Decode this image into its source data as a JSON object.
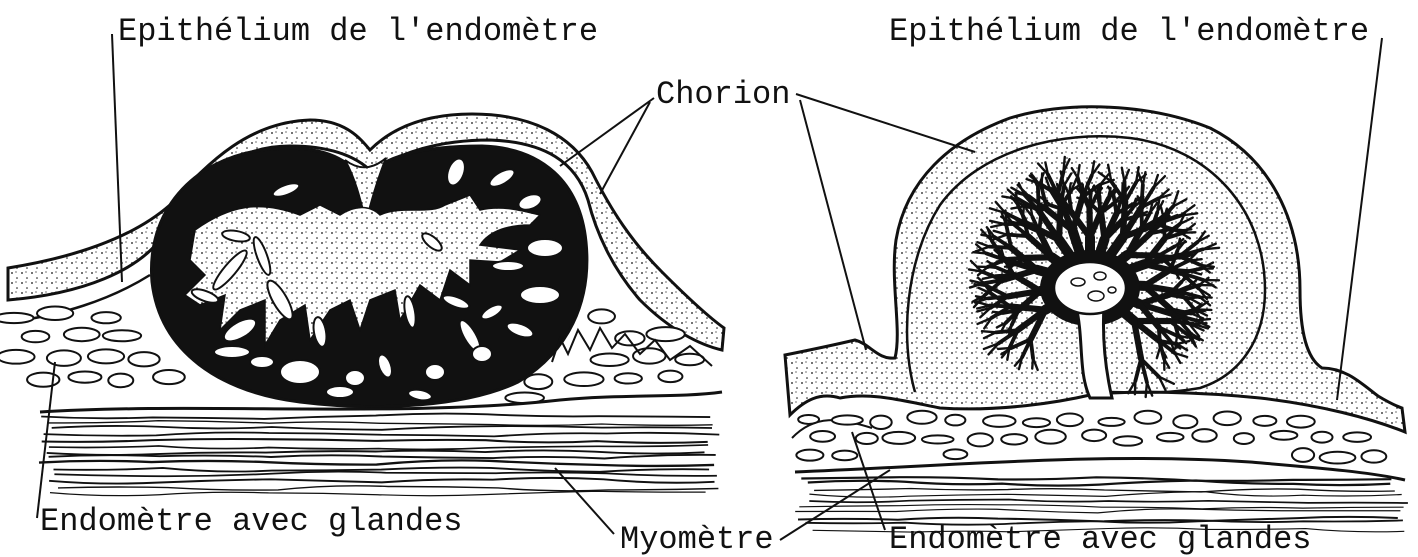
{
  "labels": {
    "left_epithelium": "Epithélium de l'endomètre",
    "right_epithelium": "Epithélium de l'endomètre",
    "chorion": "Chorion",
    "left_endometrium": "Endomètre avec glandes",
    "myometrium": "Myomètre",
    "right_endometrium": "Endomètre avec glandes"
  },
  "colors": {
    "ink": "#111111",
    "paper": "#ffffff"
  }
}
